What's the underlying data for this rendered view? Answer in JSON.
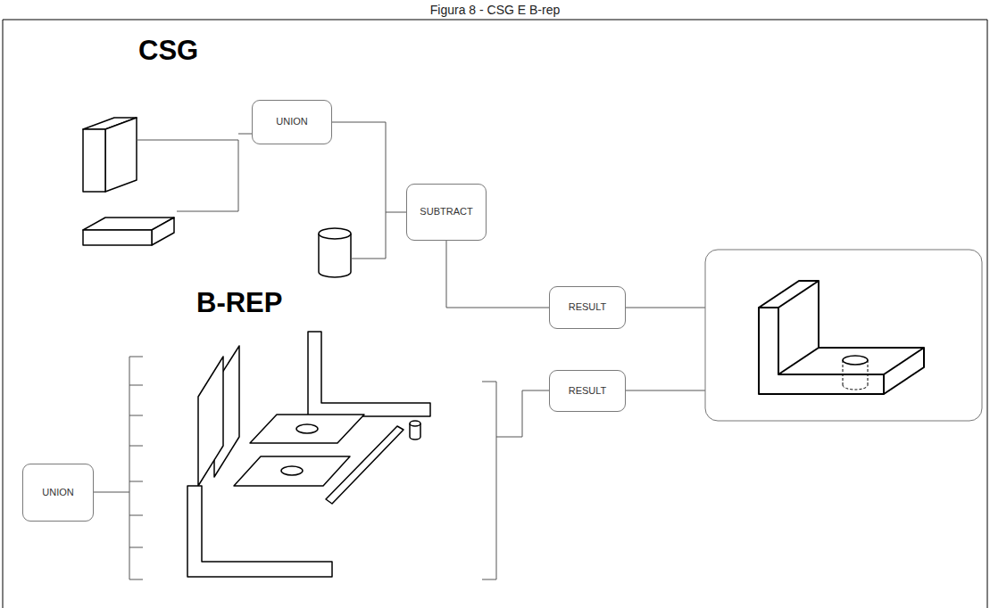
{
  "diagram": {
    "title": "Figura 8 - CSG E B-rep",
    "nodes": [
      {
        "text": [
          "UNION"
        ]
      },
      {
        "text": [
          "SUBTRACT"
        ]
      },
      {
        "text": [
          "RESULT"
        ]
      },
      {
        "text": [
          "RESULT"
        ]
      },
      {
        "text": [
          "UNION"
        ]
      }
    ],
    "edges": [
      {
        "from": 0,
        "to": 1,
        "arrow": "none"
      },
      {
        "from": 1,
        "to": 2,
        "arrow": "none"
      }
    ],
    "labels": [
      "CSG",
      "B-REP"
    ]
  }
}
